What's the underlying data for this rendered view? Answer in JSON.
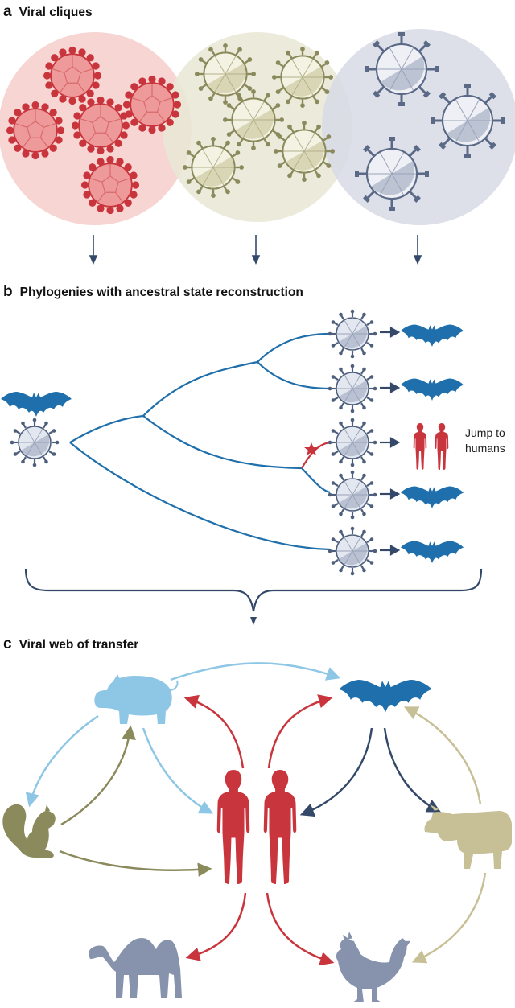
{
  "panels": {
    "a": {
      "letter": "a",
      "title": "Viral cliques"
    },
    "b": {
      "letter": "b",
      "title": "Phylogenies with ancestral state reconstruction"
    },
    "c": {
      "letter": "c",
      "title": "Viral web of transfer"
    }
  },
  "phylogeny": {
    "jump_label_line1": "Jump to",
    "jump_label_line2": "humans"
  },
  "colors": {
    "red": "#c9353c",
    "bat_blue": "#1e6fab",
    "dark_blue": "#34496a",
    "light_blue": "#8ec6e6",
    "olive": "#8b8a5c",
    "tan": "#c7bf95",
    "slate": "#8793ad",
    "clique_red": "#f7d3d1",
    "clique_olive": "#e9e8d5",
    "clique_blue": "#d7dbe5"
  },
  "icons": [
    "bat-icon",
    "virus-icon",
    "human-icon",
    "pig-icon",
    "squirrel-icon",
    "cow-icon",
    "camel-icon",
    "rooster-icon"
  ]
}
